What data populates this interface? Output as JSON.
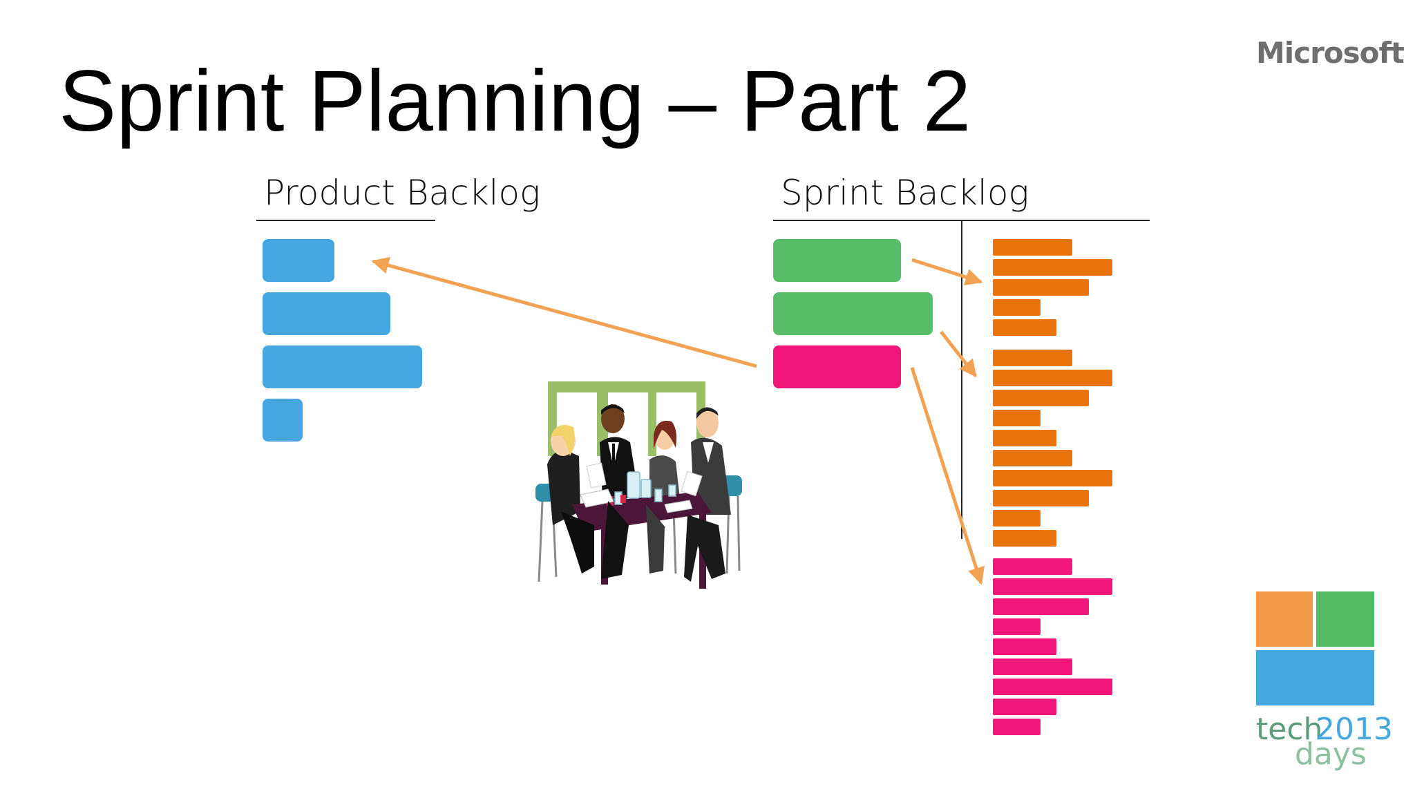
{
  "slide": {
    "title": "Sprint Planning – Part 2",
    "brand": "Microsoft",
    "product_backlog_label": "Product Backlog",
    "sprint_backlog_label": "Sprint Backlog"
  },
  "logo": {
    "word_tech": "tech",
    "word_days": "days",
    "year": "2013",
    "colors": [
      "#f4994a",
      "#55b966",
      "#46a6e0"
    ]
  },
  "colors": {
    "product_item": "#46a6e0",
    "selected_item": "#58bd68",
    "pink_item": "#f0167a",
    "task_orange": "#e9730c",
    "task_pink": "#f0167a",
    "arrow": "#f2a252"
  },
  "illustration": {
    "subject": "team-meeting-clipart"
  }
}
